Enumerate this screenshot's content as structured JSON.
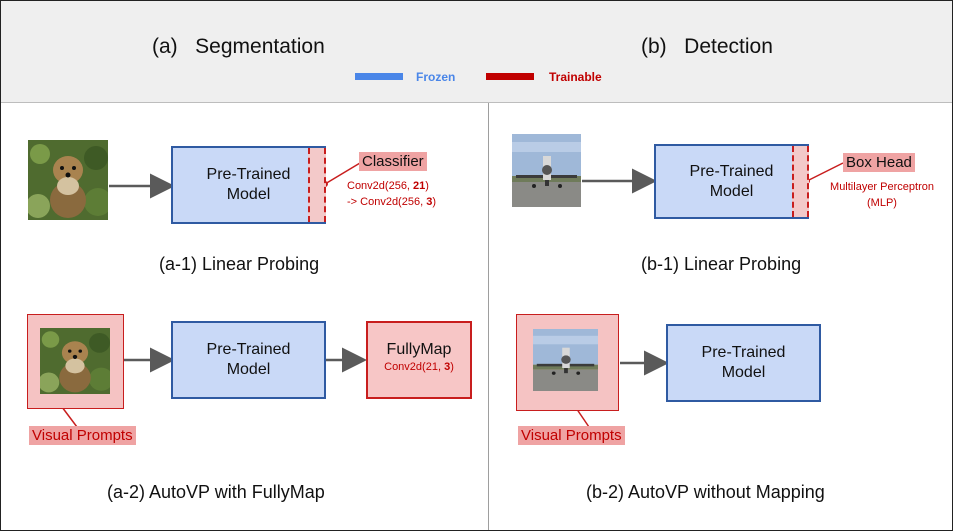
{
  "header": {
    "left_title": "(a)   Segmentation",
    "right_title": "(b)   Detection",
    "legend": {
      "frozen_label": "Frozen",
      "frozen_color": "#4a86e8",
      "trainable_label": "Trainable",
      "trainable_color": "#c00000"
    }
  },
  "left": {
    "a1": {
      "model_line1": "Pre-Trained",
      "model_line2": "Model",
      "tag": "Classifier",
      "note_line1_pre": "Conv2d(256, ",
      "note_line1_bold": "21",
      "note_line1_post": ")",
      "note_line2_pre": " -> Conv2d(256, ",
      "note_line2_bold": "3",
      "note_line2_post": ")",
      "caption": "(a-1) Linear Probing"
    },
    "a2": {
      "model_line1": "Pre-Trained",
      "model_line2": "Model",
      "fully_label": "FullyMap",
      "fully_note_pre": "Conv2d(21, ",
      "fully_note_bold": "3",
      "fully_note_post": ")",
      "tag": "Visual Prompts",
      "caption": "(a-2) AutoVP with FullyMap"
    }
  },
  "right": {
    "b1": {
      "model_line1": "Pre-Trained",
      "model_line2": "Model",
      "tag": "Box Head",
      "note_line1": "Multilayer Perceptron",
      "note_line2": "(MLP)",
      "caption": "(b-1) Linear Probing"
    },
    "b2": {
      "model_line1": "Pre-Trained",
      "model_line2": "Model",
      "tag": "Visual Prompts",
      "caption": "(b-2) AutoVP without Mapping"
    }
  },
  "colors": {
    "frozen_fill": "#c9d9f7",
    "frozen_border": "#2f5aa2",
    "trainable_fill": "#f3c9c9",
    "trainable_border": "#c81e1e",
    "arrow": "#5a5a5a"
  },
  "icons": {
    "dog_photo": "dog-photo",
    "airplane_photo": "airplane-photo"
  }
}
